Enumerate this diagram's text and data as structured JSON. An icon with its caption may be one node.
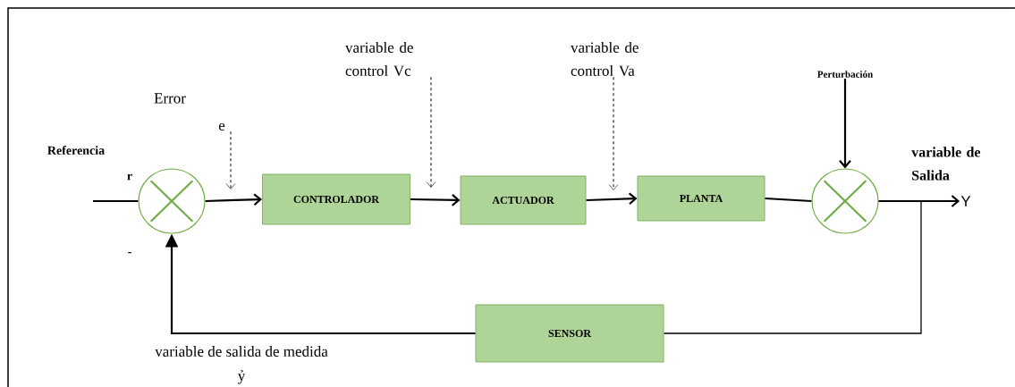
{
  "diagram": {
    "nodes": [
      {
        "text": [],
        "shape": "circle"
      },
      {
        "text": [
          "CONTROLADOR"
        ]
      },
      {
        "text": [
          "ACTUADOR"
        ]
      },
      {
        "text": [
          "PLANTA"
        ]
      },
      {
        "text": [],
        "shape": "circle"
      },
      {
        "text": [
          "SENSOR"
        ]
      },
      {
        "text": [
          "Perturbación"
        ]
      },
      {
        "text": [
          "Y"
        ]
      },
      {
        "text": [
          "e"
        ]
      },
      {
        "text": [
          "variable de control Vc"
        ]
      },
      {
        "text": [
          "variable de control Va"
        ]
      }
    ],
    "edges": [
      {
        "from": null,
        "to": 0,
        "arrow": "none"
      },
      {
        "from": 0,
        "to": 1,
        "arrow": "to"
      },
      {
        "from": 1,
        "to": 2,
        "arrow": "to"
      },
      {
        "from": 2,
        "to": 3,
        "arrow": "to"
      },
      {
        "from": 3,
        "to": 4,
        "arrow": "none"
      },
      {
        "from": 6,
        "to": 4,
        "arrow": "to"
      },
      {
        "from": 4,
        "to": 7,
        "arrow": "to"
      },
      {
        "from": 4,
        "to": 5,
        "arrow": "none"
      },
      {
        "from": 5,
        "to": 0,
        "arrow": "to"
      },
      {
        "from": 8,
        "to": null,
        "arrow": "to",
        "style": "dashed"
      },
      {
        "from": 9,
        "to": null,
        "arrow": "to",
        "style": "dashed"
      },
      {
        "from": 10,
        "to": null,
        "arrow": "to",
        "style": "dashed"
      }
    ],
    "labels": [
      "Error",
      "Referencia",
      "r",
      "-",
      "variable de Salida",
      "variable de salida de medida",
      "ỷ"
    ]
  }
}
